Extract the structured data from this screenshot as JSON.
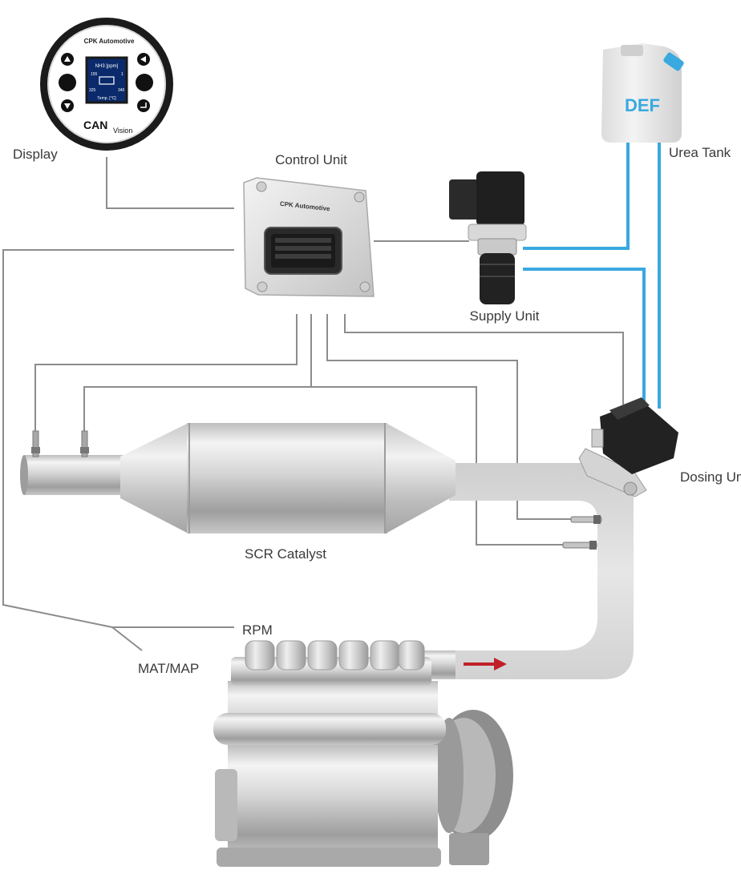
{
  "labels": {
    "display": "Display",
    "control_unit": "Control Unit",
    "urea_tank": "Urea Tank",
    "supply_unit": "Supply Unit",
    "dosing_unit": "Dosing Unit",
    "scr_catalyst": "SCR Catalyst",
    "rpm": "RPM",
    "mat_map": "MAT/MAP"
  },
  "display_device": {
    "brand": "CPK Automotive",
    "screen_title": "NH3 [ppm]",
    "screen_left": "155",
    "screen_right": "1",
    "screen_bottom_left": "325",
    "screen_bottom_right": "340",
    "screen_footer": "Temp. [°C]",
    "logo_main": "CAN",
    "logo_sub": "Vision"
  },
  "control_unit_device": {
    "brand": "CPK Automotive"
  },
  "tank": {
    "label": "DEF"
  },
  "colors": {
    "wire": "#8c8c8c",
    "fluid": "#39a9df",
    "flow_arrow": "#c0202a",
    "exhaust": "#d9d9d9"
  },
  "icons": [
    "arrow-up-icon",
    "arrow-down-icon",
    "arrow-left-icon",
    "enter-icon",
    "flow-arrow-icon"
  ]
}
